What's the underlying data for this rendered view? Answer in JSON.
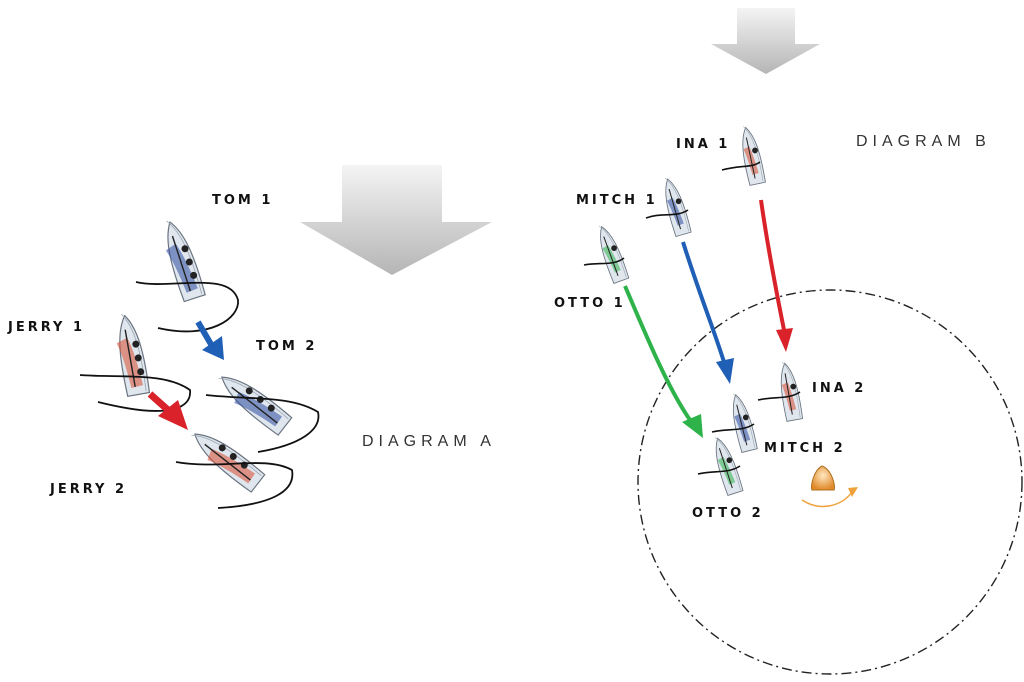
{
  "diagram_a": {
    "title": "DIAGRAM A",
    "boats": {
      "tom_1": "TOM 1",
      "tom_2": "TOM 2",
      "jerry_1": "JERRY 1",
      "jerry_2": "JERRY 2"
    }
  },
  "diagram_b": {
    "title": "DIAGRAM B",
    "boats": {
      "ina_1": "INA 1",
      "ina_2": "INA 2",
      "mitch_1": "MITCH 1",
      "mitch_2": "MITCH 2",
      "otto_1": "OTTO 1",
      "otto_2": "OTTO 2"
    }
  },
  "colors": {
    "tom": "#1f5fb5",
    "jerry": "#d9222a",
    "ina": "#d9222a",
    "mitch": "#1f5fb5",
    "otto": "#2db34a",
    "mark": "#f0a23a",
    "wind": "#c8c8c8"
  }
}
